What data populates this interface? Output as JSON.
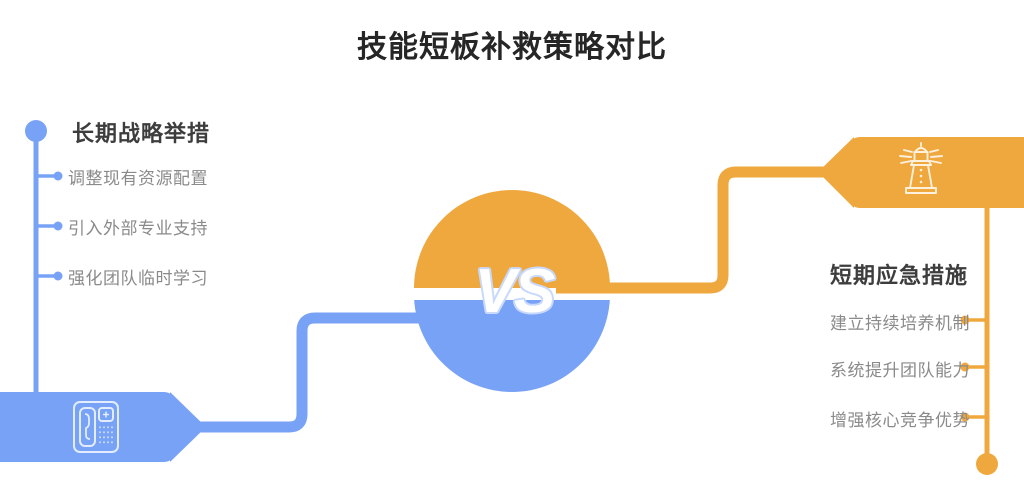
{
  "header": {
    "title": "技能短板补救策略对比"
  },
  "center": {
    "vs_label": "VS"
  },
  "colors": {
    "orange": "#efa83e",
    "blue": "#78a2f5",
    "heading_text": "#3d3d3d",
    "item_text": "#8a8a8a",
    "title_text": "#262626",
    "background": "#ffffff",
    "vs_text": "#ffffff",
    "vs_outline": "#c8d9fb"
  },
  "left_branch": {
    "heading": "长期战略举措",
    "icon": "desk-phone-icon",
    "items": [
      {
        "label": "调整现有资源配置"
      },
      {
        "label": "引入外部专业支持"
      },
      {
        "label": "强化团队临时学习"
      }
    ]
  },
  "right_branch": {
    "heading": "短期应急措施",
    "icon": "lighthouse-icon",
    "items": [
      {
        "label": "建立持续培养机制"
      },
      {
        "label": "系统提升团队能力"
      },
      {
        "label": "增强核心竞争优势"
      }
    ]
  }
}
